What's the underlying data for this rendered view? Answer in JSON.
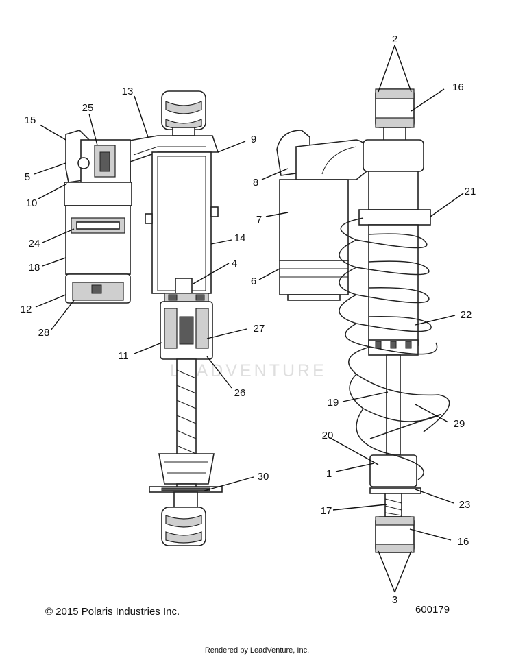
{
  "callouts": [
    {
      "id": "c2",
      "text": "2"
    },
    {
      "id": "c16a",
      "text": "16"
    },
    {
      "id": "c13",
      "text": "13"
    },
    {
      "id": "c25",
      "text": "25"
    },
    {
      "id": "c15",
      "text": "15"
    },
    {
      "id": "c9",
      "text": "9"
    },
    {
      "id": "c5",
      "text": "5"
    },
    {
      "id": "c8",
      "text": "8"
    },
    {
      "id": "c10",
      "text": "10"
    },
    {
      "id": "c21",
      "text": "21"
    },
    {
      "id": "c7",
      "text": "7"
    },
    {
      "id": "c24",
      "text": "24"
    },
    {
      "id": "c14",
      "text": "14"
    },
    {
      "id": "c18",
      "text": "18"
    },
    {
      "id": "c4",
      "text": "4"
    },
    {
      "id": "c6",
      "text": "6"
    },
    {
      "id": "c12",
      "text": "12"
    },
    {
      "id": "c22",
      "text": "22"
    },
    {
      "id": "c28",
      "text": "28"
    },
    {
      "id": "c27",
      "text": "27"
    },
    {
      "id": "c11",
      "text": "11"
    },
    {
      "id": "c26",
      "text": "26"
    },
    {
      "id": "c19",
      "text": "19"
    },
    {
      "id": "c29",
      "text": "29"
    },
    {
      "id": "c20",
      "text": "20"
    },
    {
      "id": "c1",
      "text": "1"
    },
    {
      "id": "c30",
      "text": "30"
    },
    {
      "id": "c23",
      "text": "23"
    },
    {
      "id": "c17",
      "text": "17"
    },
    {
      "id": "c16b",
      "text": "16"
    },
    {
      "id": "c3",
      "text": "3"
    }
  ],
  "copyright": "© 2015 Polaris Industries Inc.",
  "diagram_id": "600179",
  "rendered_by": "Rendered by LeadVenture, Inc.",
  "watermark": "LEADVENTURE"
}
